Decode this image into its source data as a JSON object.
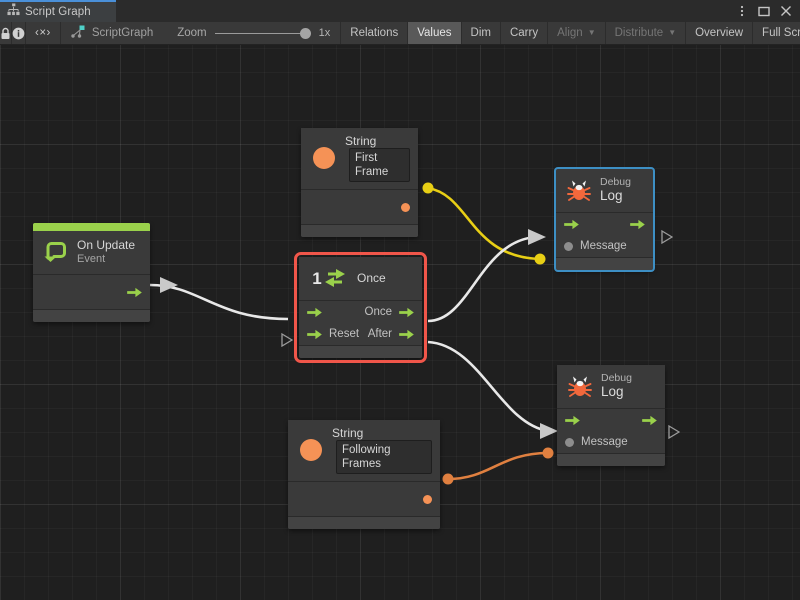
{
  "window": {
    "tab_label": "Script Graph",
    "tab_icon": "hierarchy-icon",
    "controls": [
      {
        "name": "window-menu-button",
        "glyph": "⋮"
      },
      {
        "name": "window-maximize-button",
        "glyph": "□"
      },
      {
        "name": "window-close-button",
        "glyph": "✕"
      }
    ]
  },
  "toolbar": {
    "lock_icon": "lock-icon",
    "info_icon": "info-icon",
    "code_icon": "code-icon",
    "code_label": "‹×›",
    "breadcrumb": "ScriptGraph",
    "breadcrumb_icon": "graph-icon",
    "zoom_label": "Zoom",
    "zoom_value": "1x",
    "buttons": [
      {
        "label": "Relations",
        "state": "normal",
        "name": "relations-button"
      },
      {
        "label": "Values",
        "state": "active",
        "name": "values-button"
      },
      {
        "label": "Dim",
        "state": "normal",
        "name": "dim-button"
      },
      {
        "label": "Carry",
        "state": "normal",
        "name": "carry-button"
      },
      {
        "label": "Align",
        "state": "disabled",
        "dropdown": true,
        "name": "align-dropdown"
      },
      {
        "label": "Distribute",
        "state": "disabled",
        "dropdown": true,
        "name": "distribute-dropdown"
      },
      {
        "label": "Overview",
        "state": "normal",
        "name": "overview-button"
      },
      {
        "label": "Full Screen",
        "state": "normal",
        "name": "full-screen-button"
      }
    ]
  },
  "graph": {
    "nodes": {
      "on_update": {
        "title": "On Update",
        "subtitle": "Event",
        "icon": "update-loop-icon",
        "accent_color": "#9ad14b",
        "selected": false
      },
      "string_first": {
        "title": "String",
        "value": "First Frame",
        "icon": "string-value-icon",
        "selected": false
      },
      "string_following": {
        "title": "String",
        "value": "Following Frames",
        "icon": "string-value-icon",
        "selected": false
      },
      "once": {
        "title": "Once",
        "badge": "1",
        "icon": "once-loop-icon",
        "selected": true,
        "selection_color": "#f0564a",
        "inputs": [
          {
            "label": "",
            "kind": "flow",
            "name": "once-enter-port"
          },
          {
            "label": "Reset",
            "kind": "flow",
            "name": "once-reset-port"
          }
        ],
        "outputs": [
          {
            "label": "Once",
            "kind": "flow",
            "name": "once-once-port"
          },
          {
            "label": "After",
            "kind": "flow",
            "name": "once-after-port"
          }
        ]
      },
      "debug_log_1": {
        "title_small": "Debug",
        "title_large": "Log",
        "icon": "bug-icon",
        "selected": true,
        "selection_color": "#3d8fc4",
        "input_label": "Message"
      },
      "debug_log_2": {
        "title_small": "Debug",
        "title_large": "Log",
        "icon": "bug-icon",
        "selected": false,
        "input_label": "Message"
      }
    },
    "edge_colors": {
      "flow": "#e8e8e8",
      "string_first": "#e8cf15",
      "string_following": "#e08040"
    }
  }
}
